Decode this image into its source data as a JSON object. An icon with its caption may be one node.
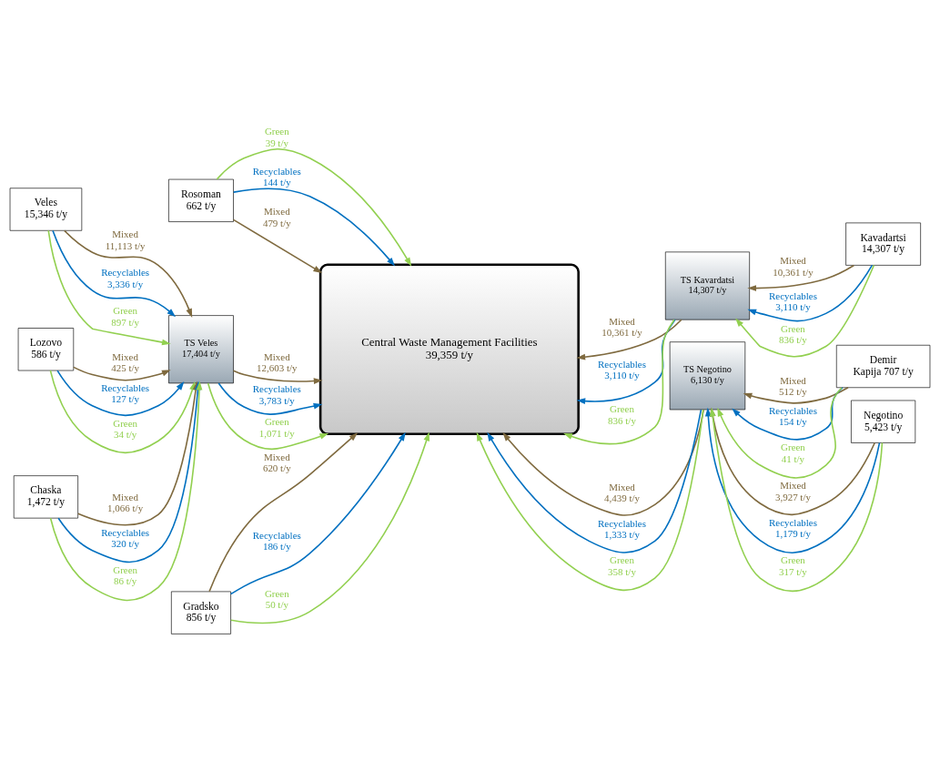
{
  "diagram": {
    "nodes": [
      {
        "text": [
          "Rosoman 662 t/y"
        ]
      },
      {
        "text": [
          "Veles 15,346 t/y"
        ]
      },
      {
        "text": [
          "Lozovo 586 t/y"
        ]
      },
      {
        "text": [
          "Chaska 1,472 t/y"
        ]
      },
      {
        "text": [
          "TS Veles",
          "17,404 t/y"
        ]
      },
      {
        "text": [
          "Central Waste Management Facilities",
          "39,359 t/y"
        ]
      },
      {
        "text": [
          "TS Kavardatsi",
          "14,307 t/y"
        ]
      },
      {
        "text": [
          "Kavadartsi 14,307 t/y"
        ]
      },
      {
        "text": [
          "TS Negotino",
          "6,130 t/y"
        ]
      },
      {
        "text": [
          "Demir Kapija 707 t/y"
        ]
      },
      {
        "text": [
          "Negotino 5,423 t/y"
        ]
      },
      {
        "text": [
          "Gradsko 856 t/y"
        ]
      }
    ],
    "edges": [
      {
        "from": 0,
        "to": 5,
        "arrow": "to",
        "label": "Green 39 t/y",
        "color": "#92d050"
      },
      {
        "from": 0,
        "to": 5,
        "arrow": "to",
        "label": "Recyclables 144 t/y",
        "color": "#0070c0"
      },
      {
        "from": 0,
        "to": 5,
        "arrow": "to",
        "label": "Mixed 479 t/y",
        "color": "#7f6a3f"
      },
      {
        "from": 1,
        "to": 4,
        "arrow": "to",
        "label": "Mixed 11,113 t/y",
        "color": "#7f6a3f"
      },
      {
        "from": 1,
        "to": 4,
        "arrow": "to",
        "label": "Recyclables 3,336 t/y",
        "color": "#0070c0"
      },
      {
        "from": 1,
        "to": 4,
        "arrow": "to",
        "label": "Green 897 t/y",
        "color": "#92d050"
      },
      {
        "from": 2,
        "to": 4,
        "arrow": "to",
        "label": "Mixed 425 t/y",
        "color": "#7f6a3f"
      },
      {
        "from": 2,
        "to": 4,
        "arrow": "to",
        "label": "Recyclables 127 t/y",
        "color": "#0070c0"
      },
      {
        "from": 2,
        "to": 4,
        "arrow": "to",
        "label": "Green 34 t/y",
        "color": "#92d050"
      },
      {
        "from": 3,
        "to": 4,
        "arrow": "to",
        "label": "Mixed 1,066 t/y",
        "color": "#7f6a3f"
      },
      {
        "from": 3,
        "to": 4,
        "arrow": "to",
        "label": "Recyclables 320 t/y",
        "color": "#0070c0"
      },
      {
        "from": 3,
        "to": 4,
        "arrow": "to",
        "label": "Green 86 t/y",
        "color": "#92d050"
      },
      {
        "from": 4,
        "to": 5,
        "arrow": "to",
        "label": "Mixed 12,603 t/y",
        "color": "#7f6a3f"
      },
      {
        "from": 4,
        "to": 5,
        "arrow": "to",
        "label": "Recyclables 3,783 t/y",
        "color": "#0070c0"
      },
      {
        "from": 4,
        "to": 5,
        "arrow": "to",
        "label": "Green 1,071 t/y",
        "color": "#92d050"
      },
      {
        "from": 6,
        "to": 5,
        "arrow": "to",
        "label": "Mixed 10,361 t/y",
        "color": "#7f6a3f"
      },
      {
        "from": 6,
        "to": 5,
        "arrow": "to",
        "label": "Recyclables 3,110 t/y",
        "color": "#0070c0"
      },
      {
        "from": 6,
        "to": 5,
        "arrow": "to",
        "label": "Green 836 t/y",
        "color": "#92d050"
      },
      {
        "from": 7,
        "to": 6,
        "arrow": "to",
        "label": "Mixed 10,361 t/y",
        "color": "#7f6a3f"
      },
      {
        "from": 7,
        "to": 6,
        "arrow": "to",
        "label": "Recyclables 3,110 t/y",
        "color": "#0070c0"
      },
      {
        "from": 7,
        "to": 6,
        "arrow": "to",
        "label": "Green 836 t/y",
        "color": "#92d050"
      },
      {
        "from": 8,
        "to": 5,
        "arrow": "to",
        "label": "Mixed 4,439 t/y",
        "color": "#7f6a3f"
      },
      {
        "from": 8,
        "to": 5,
        "arrow": "to",
        "label": "Recyclables 1,333 t/y",
        "color": "#0070c0"
      },
      {
        "from": 8,
        "to": 5,
        "arrow": "to",
        "label": "Green 358 t/y",
        "color": "#92d050"
      },
      {
        "from": 9,
        "to": 8,
        "arrow": "to",
        "label": "Mixed 512 t/y",
        "color": "#7f6a3f"
      },
      {
        "from": 9,
        "to": 8,
        "arrow": "to",
        "label": "Recyclables 154 t/y",
        "color": "#0070c0"
      },
      {
        "from": 9,
        "to": 8,
        "arrow": "to",
        "label": "Green 41 t/y",
        "color": "#92d050"
      },
      {
        "from": 10,
        "to": 8,
        "arrow": "to",
        "label": "Mixed 3,927 t/y",
        "color": "#7f6a3f"
      },
      {
        "from": 10,
        "to": 8,
        "arrow": "to",
        "label": "Recyclables 1,179 t/y",
        "color": "#0070c0"
      },
      {
        "from": 10,
        "to": 8,
        "arrow": "to",
        "label": "Green 317 t/y",
        "color": "#92d050"
      },
      {
        "from": 11,
        "to": 5,
        "arrow": "to",
        "label": "Mixed 620 t/y",
        "color": "#7f6a3f"
      },
      {
        "from": 11,
        "to": 5,
        "arrow": "to",
        "label": "Recyclables 186 t/y",
        "color": "#0070c0"
      },
      {
        "from": 11,
        "to": 5,
        "arrow": "to",
        "label": "Green 50 t/y",
        "color": "#92d050"
      }
    ]
  }
}
